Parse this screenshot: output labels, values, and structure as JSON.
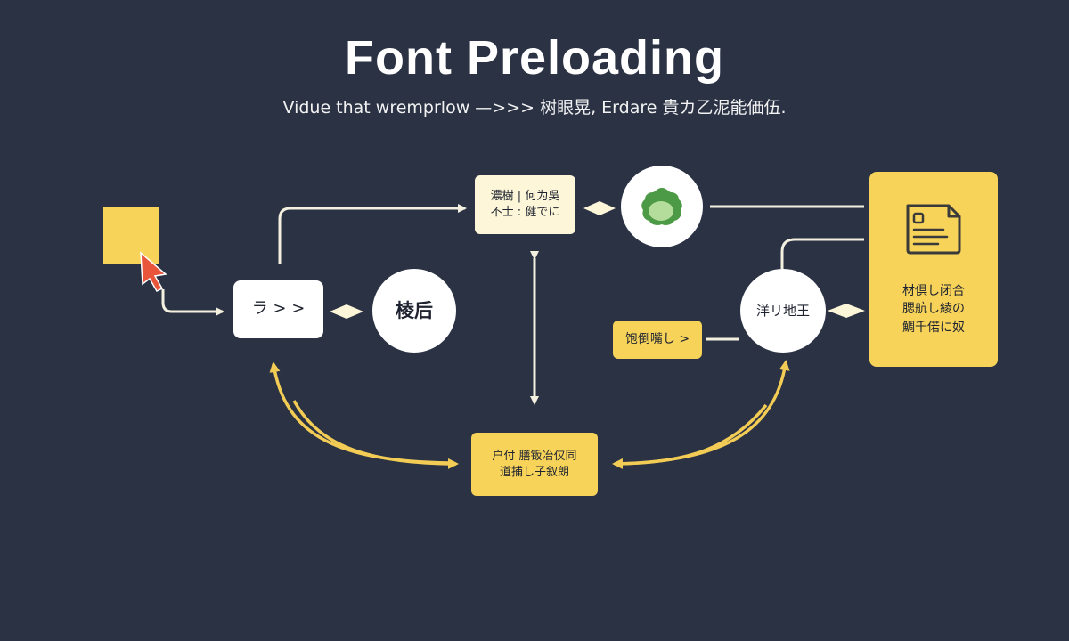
{
  "header": {
    "title": "Font Preloading",
    "subtitle": "Vidue that wremprlow —>>> 树眼晃, Erdare 貴カ乙泥能価伍."
  },
  "nodes": {
    "arrows_box": "ラ > >",
    "left_circle": "棱后",
    "top_box": "濃樹 | 何为吳\n不士 : 健でに",
    "right_circle": "洋リ地王",
    "small_yellow": "饱倒嘴し >",
    "bottom_box": "户付 膳钣冶仅同\n道捕し子叙朗",
    "panel_text": "材倶し闭合\n腮航し綾の\n鯛千偌に奴"
  },
  "colors": {
    "background": "#2a3244",
    "yellow": "#f7d35a",
    "cream": "#fdf6d8",
    "white": "#ffffff",
    "cursor": "#e8553a",
    "green": "#4c9a45"
  },
  "icons": {
    "cursor": "mouse-pointer-icon",
    "green_blob": "leaf-icon",
    "document": "document-icon"
  }
}
